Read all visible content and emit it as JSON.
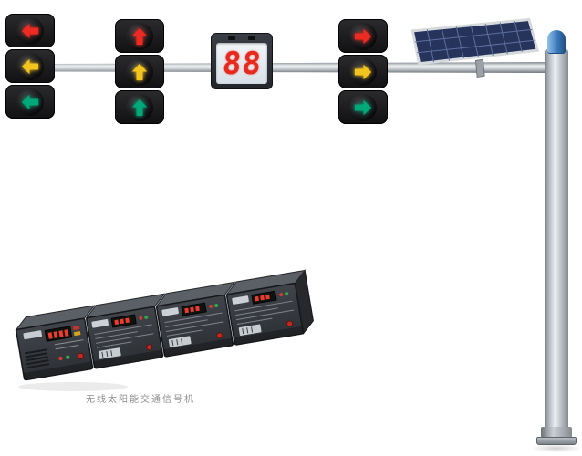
{
  "image": {
    "caption": "无线太阳能交通信号机"
  },
  "countdown_display": {
    "digits": "88"
  },
  "signal_heads": [
    {
      "position": "far-left",
      "arrows": [
        {
          "direction": "left",
          "color": "red"
        },
        {
          "direction": "left",
          "color": "yellow"
        },
        {
          "direction": "left",
          "color": "green"
        }
      ]
    },
    {
      "position": "center-left",
      "arrows": [
        {
          "direction": "up",
          "color": "red"
        },
        {
          "direction": "up",
          "color": "yellow"
        },
        {
          "direction": "up",
          "color": "green"
        }
      ]
    },
    {
      "position": "center-right",
      "arrows": [
        {
          "direction": "right",
          "color": "red"
        },
        {
          "direction": "right",
          "color": "yellow"
        },
        {
          "direction": "right",
          "color": "green"
        }
      ]
    }
  ],
  "colors": {
    "signal_red": "#ee2b22",
    "signal_yellow": "#f4c41e",
    "signal_green": "#00a87a",
    "digit_red": "#e8291d",
    "cap_blue": "#3a78bc",
    "panel_cell": "#26345c"
  },
  "icons": {
    "left_arrow": "←",
    "up_arrow": "↑",
    "right_arrow": "→"
  }
}
